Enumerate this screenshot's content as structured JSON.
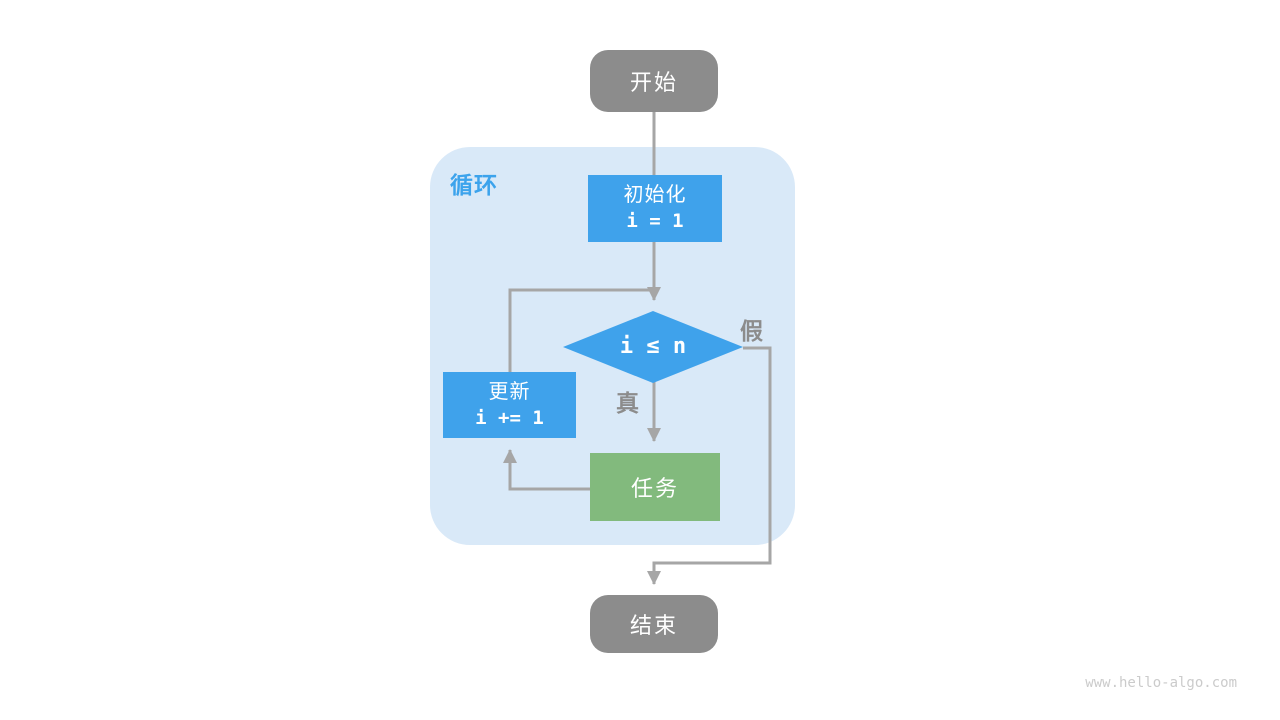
{
  "diagram": {
    "loop_label": "循环",
    "nodes": {
      "start": {
        "label": "开始"
      },
      "init": {
        "title": "初始化",
        "code": "i = 1"
      },
      "condition": {
        "code": "i ≤ n"
      },
      "update": {
        "title": "更新",
        "code": "i += 1"
      },
      "task": {
        "label": "任务"
      },
      "end": {
        "label": "结束"
      }
    },
    "edge_labels": {
      "true_label": "真",
      "false_label": "假"
    }
  },
  "watermark": "www.hello-algo.com",
  "colors": {
    "background": "#ffffff",
    "loop_container_fill": "#d9e9f8",
    "process_fill": "#3fa2eb",
    "task_fill": "#82ba7d",
    "terminal_fill": "#8c8c8c",
    "connector": "#a6a6a6",
    "loop_label_text": "#3ca3ec",
    "edge_label_text": "#8c8c8c",
    "node_text": "#ffffff",
    "watermark_text": "#cbcbcb"
  }
}
